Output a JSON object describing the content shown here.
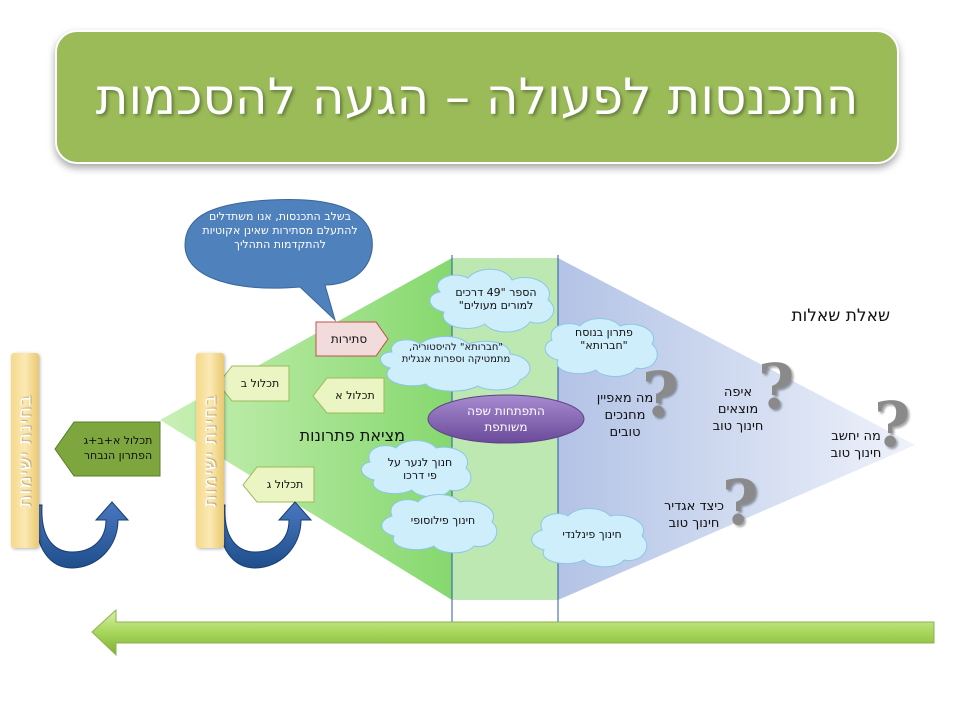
{
  "title": "התכנסות לפעולה – הגעה להסכמות",
  "callout": "בשלב התכנסות, אנו משתדלים להתעלם מסתירות שאינן אקוטיות להתקדמות התהליך",
  "contradictions": "סתירות",
  "questions_heading": "שאלת שאלות",
  "solutions_heading": "מציאת פתרונות",
  "feasibility_check": "בחינת ישימות",
  "outcomes": {
    "a": "תכלול א",
    "b": "תכלול ב",
    "c": "תכלול ג",
    "combined": "תכלול א+ב+ג הפתרון הנבחר"
  },
  "common_language": "התפתחות שפה משותפת",
  "clouds": {
    "book": "הספר \"49 דרכים למורים מעולים\"",
    "chevruta_history": "\"חברותא\" להיסטוריה, מתמטיקה וספרות אנגלית",
    "chevruta_solution": "פתרון בנוסח \"חברותא\"",
    "youth_education": "חנוך לנער על פי דרכו",
    "philosophical": "חינוך פילוסופי",
    "finnish": "חינוך פינלנדי"
  },
  "questions": {
    "good_educators": "מה מאפיין מחנכים טובים",
    "where_found": "איפה מוצאים חינוך טוב",
    "what_is_good": "מה יחשב חינוך טוב",
    "define": "כיצד אגדיר חינוך טוב"
  },
  "colors": {
    "title_bg": "#9bbb59",
    "solutions_fill": "#7fd36a",
    "questions_fill": "#c8d4ee",
    "callout_fill": "#4f81bd",
    "common_language_fill": "#8064a2"
  },
  "icons": {
    "question_mark": "question-mark-icon",
    "cycle_arrow": "curved-arrow-icon",
    "process_arrow": "left-arrow-icon"
  }
}
